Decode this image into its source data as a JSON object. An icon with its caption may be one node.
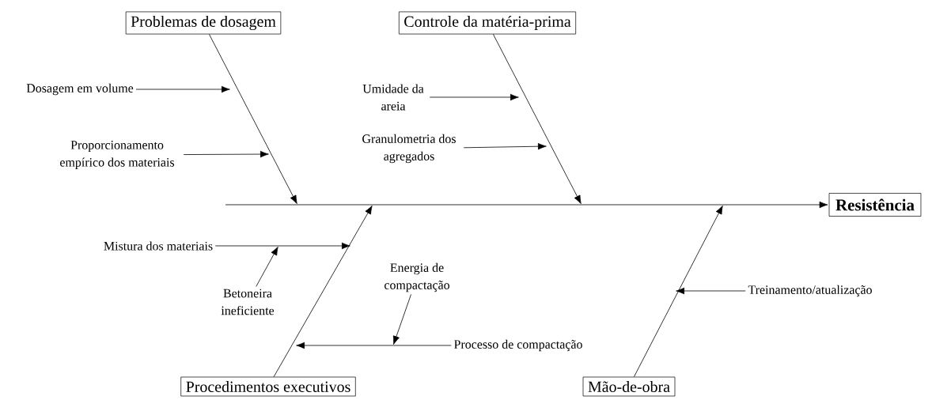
{
  "diagram": {
    "nodes": [
      {
        "text": [
          "Problemas de dosagem"
        ]
      },
      {
        "text": [
          "Controle da matéria-prima"
        ]
      },
      {
        "text": [
          "Resistência"
        ]
      },
      {
        "text": [
          "Procedimentos executivos"
        ]
      },
      {
        "text": [
          "Mão-de-obra"
        ]
      },
      {
        "text": [
          "Dosagem em volume"
        ]
      },
      {
        "text": [
          "Proporcionamento empírico dos materiais"
        ]
      },
      {
        "text": [
          "Umidade da areia"
        ]
      },
      {
        "text": [
          "Granulometria dos agregados"
        ]
      },
      {
        "text": [
          "Mistura dos materiais"
        ]
      },
      {
        "text": [
          "Betoneira ineficiente"
        ]
      },
      {
        "text": [
          "Energia de compactação"
        ]
      },
      {
        "text": [
          "Processo de compactação"
        ]
      },
      {
        "text": [
          "Treinamento/atualização"
        ]
      }
    ],
    "edges": [
      {
        "from": null,
        "to": 2,
        "arrow": "to"
      },
      {
        "from": 0,
        "to": null,
        "arrow": "to"
      },
      {
        "from": 1,
        "to": null,
        "arrow": "to"
      },
      {
        "from": 3,
        "to": null,
        "arrow": "to"
      },
      {
        "from": 4,
        "to": null,
        "arrow": "to"
      },
      {
        "from": 5,
        "to": null,
        "arrow": "to"
      },
      {
        "from": 6,
        "to": null,
        "arrow": "to"
      },
      {
        "from": 7,
        "to": null,
        "arrow": "to"
      },
      {
        "from": 8,
        "to": null,
        "arrow": "to"
      },
      {
        "from": 9,
        "to": null,
        "arrow": "to"
      },
      {
        "from": 10,
        "to": null,
        "arrow": "to"
      },
      {
        "from": 11,
        "to": null,
        "arrow": "to"
      },
      {
        "from": 12,
        "to": null,
        "arrow": "to"
      },
      {
        "from": 13,
        "to": null,
        "arrow": "to"
      }
    ]
  }
}
